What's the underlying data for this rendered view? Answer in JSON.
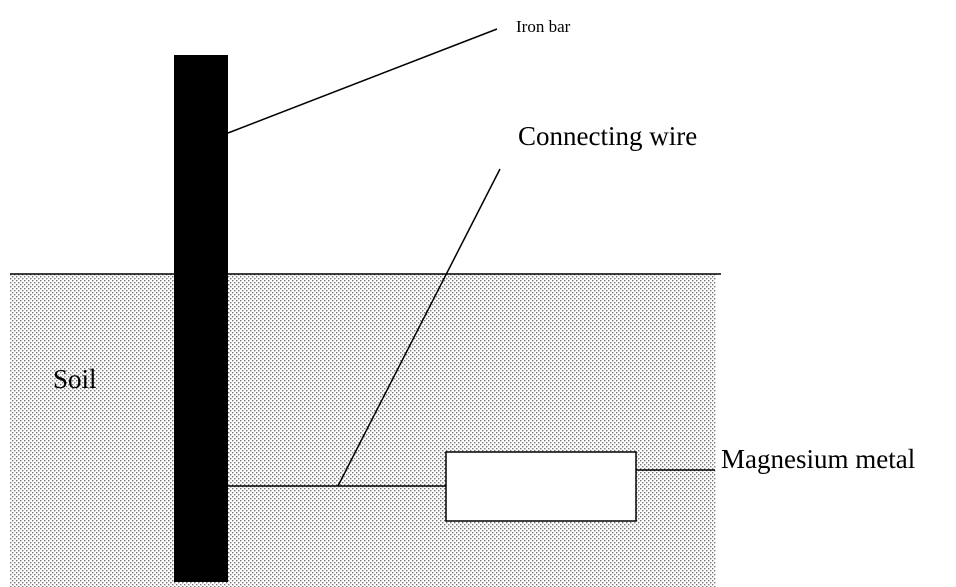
{
  "diagram": {
    "labels": {
      "iron_bar": "Iron bar",
      "connecting_wire": "Connecting wire",
      "soil": "Soil",
      "magnesium_metal": "Magnesium metal"
    },
    "colors": {
      "iron_bar_fill": "#000000",
      "soil_dots": "#777777",
      "soil_background": "#ffffff",
      "magnesium_fill": "#ffffff",
      "lines": "#000000"
    }
  }
}
